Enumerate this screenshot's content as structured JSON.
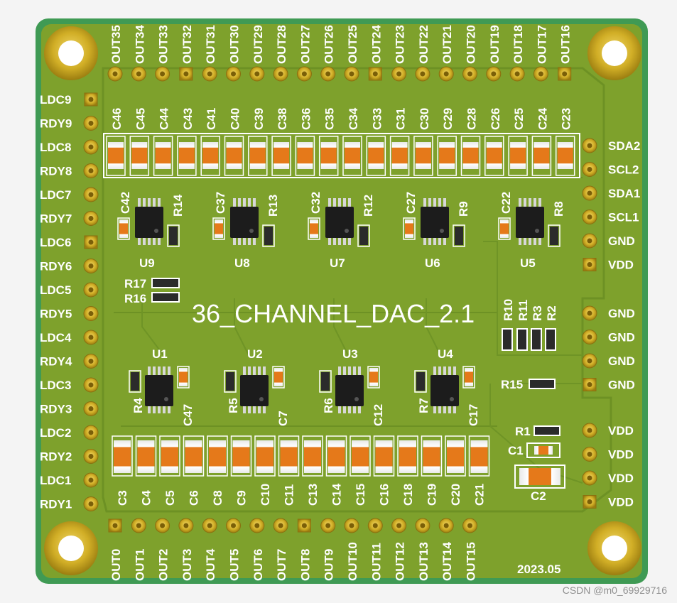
{
  "board": {
    "title": "36_CHANNEL_DAC_2.1",
    "date": "2023.05",
    "colors": {
      "pcb": "#7ea12c",
      "copper": "#6b8f20",
      "edge": "#2f8a4a",
      "gold": "#c9a91c",
      "cap": "#e07a1a"
    }
  },
  "watermark": "CSDN @m0_69929716",
  "top_outputs": [
    "OUT35",
    "OUT34",
    "OUT33",
    "OUT32",
    "OUT31",
    "OUT30",
    "OUT29",
    "OUT28",
    "OUT27",
    "OUT26",
    "OUT25",
    "OUT24",
    "OUT23",
    "OUT22",
    "OUT21",
    "OUT20",
    "OUT19",
    "OUT18",
    "OUT17",
    "OUT16"
  ],
  "bottom_outputs": [
    "OUT0",
    "OUT1",
    "OUT2",
    "OUT3",
    "OUT4",
    "OUT5",
    "OUT6",
    "OUT7",
    "OUT8",
    "OUT9",
    "OUT10",
    "OUT11",
    "OUT12",
    "OUT13",
    "OUT14",
    "OUT15"
  ],
  "left_pins": [
    "LDC9",
    "RDY9",
    "LDC8",
    "RDY8",
    "LDC7",
    "RDY7",
    "LDC6",
    "RDY6",
    "LDC5",
    "RDY5",
    "LDC4",
    "RDY4",
    "LDC3",
    "RDY3",
    "LDC2",
    "RDY2",
    "LDC1",
    "RDY1"
  ],
  "right_pins_top": [
    "SDA2",
    "SCL2",
    "SDA1",
    "SCL1",
    "GND",
    "VDD"
  ],
  "right_pins_mid": [
    "GND",
    "GND",
    "GND",
    "GND"
  ],
  "right_pins_bot": [
    "VDD",
    "VDD",
    "VDD",
    "VDD"
  ],
  "top_caps": [
    "C46",
    "C45",
    "C44",
    "C43",
    "C41",
    "C40",
    "C39",
    "C38",
    "C36",
    "C35",
    "C34",
    "C33",
    "C31",
    "C30",
    "C29",
    "C28",
    "C26",
    "C25",
    "C24",
    "C23"
  ],
  "bottom_caps": [
    "C3",
    "C4",
    "C5",
    "C6",
    "C8",
    "C9",
    "C10",
    "C11",
    "C13",
    "C14",
    "C15",
    "C16",
    "C18",
    "C19",
    "C20",
    "C21"
  ],
  "upper_chips": [
    {
      "u": "U9",
      "c": "C42",
      "r": "R14"
    },
    {
      "u": "U8",
      "c": "C37",
      "r": "R13"
    },
    {
      "u": "U7",
      "c": "C32",
      "r": "R12"
    },
    {
      "u": "U6",
      "c": "C27",
      "r": "R9"
    },
    {
      "u": "U5",
      "c": "C22",
      "r": "R8"
    }
  ],
  "lower_chips": [
    {
      "u": "U1",
      "r": "R4",
      "c": "C47"
    },
    {
      "u": "U2",
      "r": "R5",
      "c": "C7"
    },
    {
      "u": "U3",
      "r": "R6",
      "c": "C12"
    },
    {
      "u": "U4",
      "r": "R7",
      "c": "C17"
    }
  ],
  "misc_labels": {
    "r17": "R17",
    "r16": "R16",
    "r10": "R10",
    "r11": "R11",
    "r3": "R3",
    "r2": "R2",
    "r15": "R15",
    "r1": "R1",
    "c1": "C1",
    "c2": "C2"
  }
}
